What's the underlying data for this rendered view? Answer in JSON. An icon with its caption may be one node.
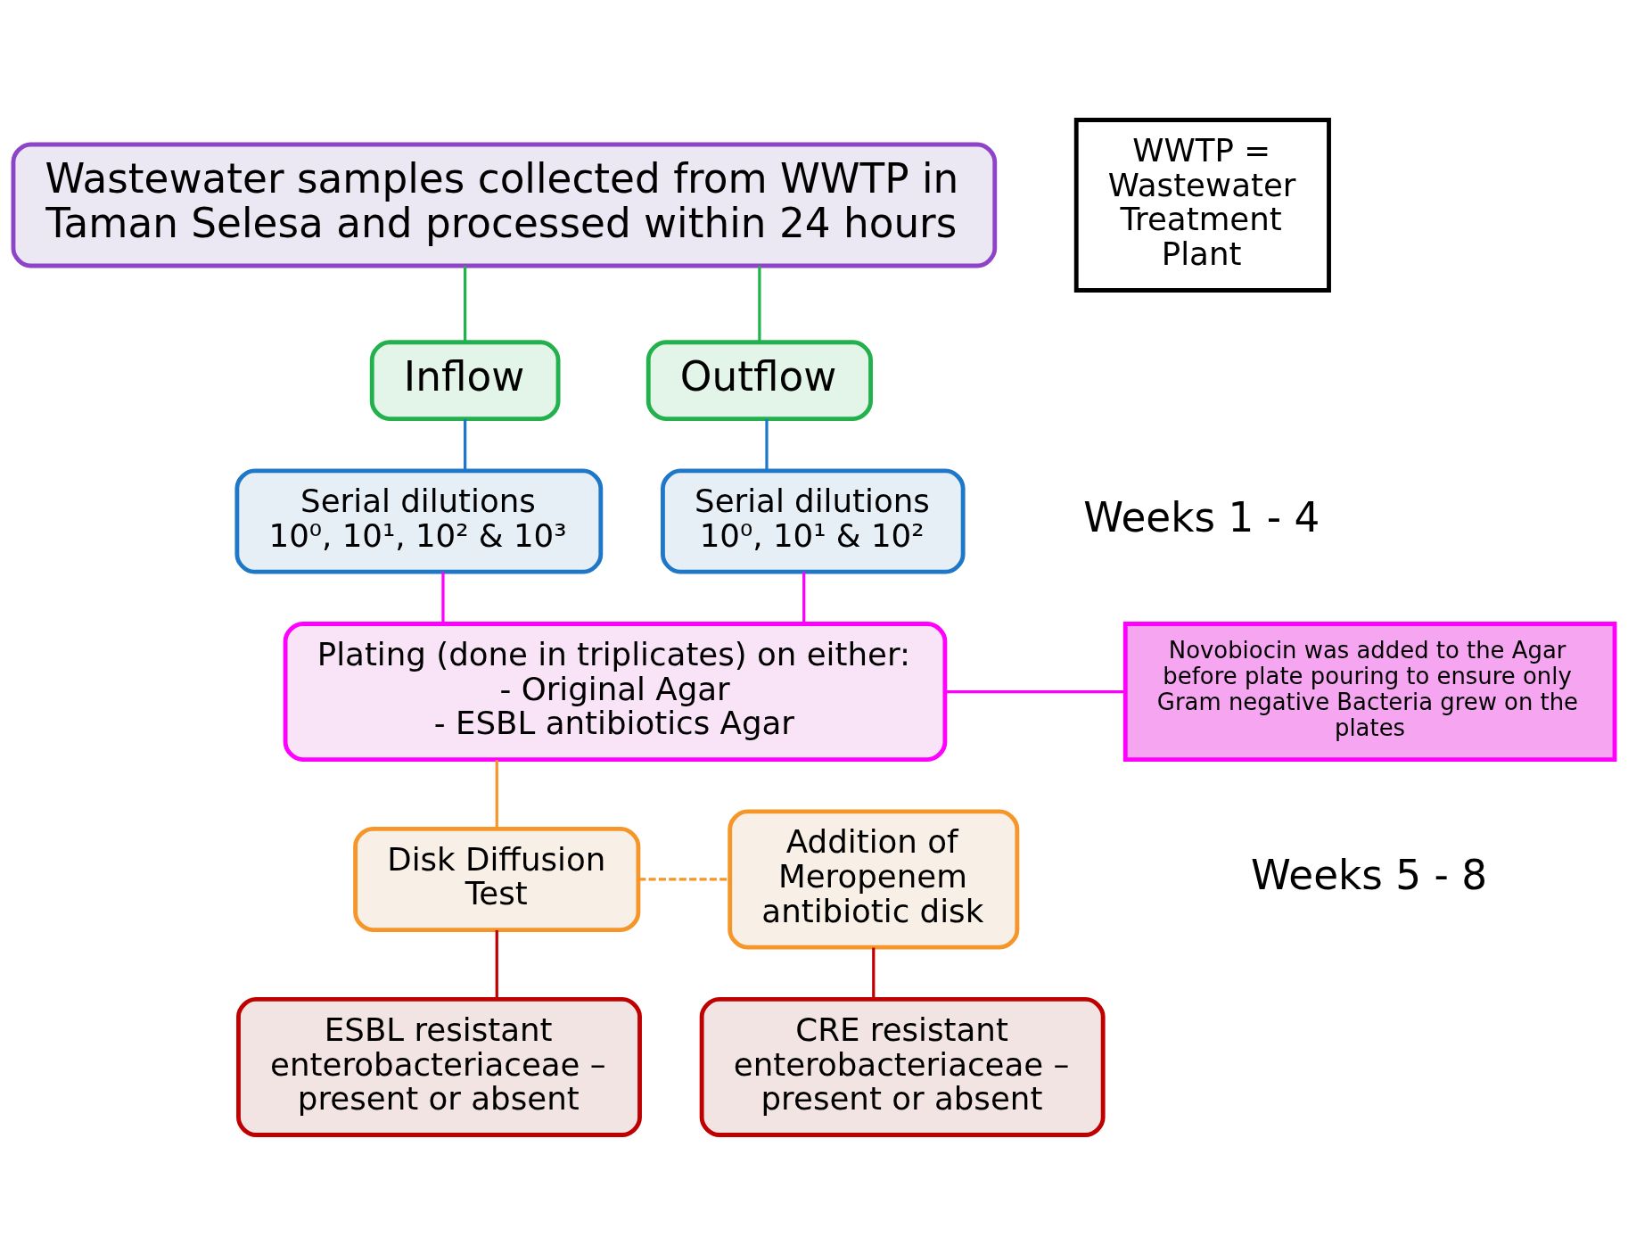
{
  "diagram": {
    "nodes": [
      {
        "text": [
          "Wastewater samples collected from WWTP in Taman Selesa and processed within 24 hours"
        ]
      },
      {
        "text": [
          "Inflow"
        ]
      },
      {
        "text": [
          "Outflow"
        ]
      },
      {
        "text": [
          "Serial dilutions",
          "10⁰, 10¹, 10² & 10³"
        ]
      },
      {
        "text": [
          "Serial dilutions",
          "10⁰, 10¹ & 10²"
        ]
      },
      {
        "text": [
          "Plating (done in triplicates) on either:",
          "- Original Agar",
          "- ESBL antibiotics Agar"
        ]
      },
      {
        "text": [
          "Novobiocin was added to the Agar before plate pouring to ensure only Gram negative Bacteria grew on the plates"
        ]
      },
      {
        "text": [
          "Disk Diffusion Test"
        ]
      },
      {
        "text": [
          "Addition of Meropenem antibiotic disk"
        ]
      },
      {
        "text": [
          "ESBL resistant enterobacteriaceae – present or absent"
        ]
      },
      {
        "text": [
          "CRE resistant enterobacteriaceae – present or absent"
        ]
      },
      {
        "text": [
          "WWTP = Wastewater Treatment Plant"
        ]
      }
    ],
    "edges": [
      {
        "from": 0,
        "to": 1,
        "arrow": "none",
        "color": "#22b14c"
      },
      {
        "from": 0,
        "to": 2,
        "arrow": "none",
        "color": "#22b14c"
      },
      {
        "from": 1,
        "to": 3,
        "arrow": "none",
        "color": "#1f77c8"
      },
      {
        "from": 2,
        "to": 4,
        "arrow": "none",
        "color": "#1f77c8"
      },
      {
        "from": 3,
        "to": 5,
        "arrow": "none",
        "color": "#ff00ff"
      },
      {
        "from": 4,
        "to": 5,
        "arrow": "none",
        "color": "#ff00ff"
      },
      {
        "from": 6,
        "to": 5,
        "arrow": "none",
        "color": "#ff00ff"
      },
      {
        "from": 5,
        "to": 7,
        "arrow": "none",
        "color": "#f5962a"
      },
      {
        "from": 7,
        "to": 8,
        "arrow": "none",
        "style": "dashed",
        "color": "#f5962a"
      },
      {
        "from": 7,
        "to": 9,
        "arrow": "none",
        "color": "#c00000"
      },
      {
        "from": 8,
        "to": 10,
        "arrow": "none",
        "color": "#c00000"
      }
    ],
    "labels": [
      "Weeks 1 - 4",
      "Weeks 5 - 8"
    ]
  }
}
